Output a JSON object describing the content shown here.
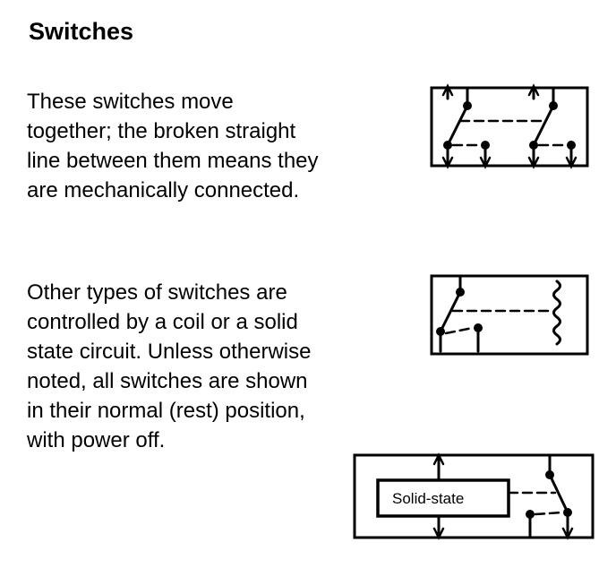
{
  "page": {
    "title": "Switches"
  },
  "sections": [
    {
      "lines": [
        "These switches move",
        "together; the broken straight",
        "line between them means they",
        "are mechanically connected."
      ]
    },
    {
      "lines": [
        "Other types of switches are",
        "controlled by a coil or a solid",
        "state circuit. Unless otherwise",
        "noted, all switches are shown",
        "in their normal (rest) position,",
        "with power off."
      ]
    }
  ],
  "diagrams": {
    "solid_state_label": "Solid-state"
  }
}
